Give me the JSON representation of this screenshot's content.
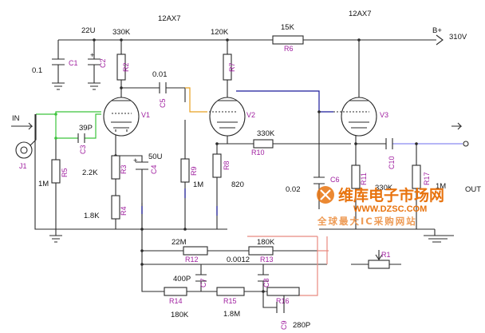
{
  "tube_types": {
    "left": "12AX7",
    "right": "12AX7"
  },
  "supply": {
    "name": "B+",
    "voltage": "310V"
  },
  "io": {
    "input": "IN",
    "output": "OUT",
    "jack": "J1"
  },
  "tubes": [
    {
      "ref": "V1"
    },
    {
      "ref": "V2"
    },
    {
      "ref": "V3"
    }
  ],
  "resistors": [
    {
      "ref": "R1",
      "value": ""
    },
    {
      "ref": "R2",
      "value": "330K"
    },
    {
      "ref": "R3",
      "value": "2.2K"
    },
    {
      "ref": "R4",
      "value": "1.8K"
    },
    {
      "ref": "R5",
      "value": "1M"
    },
    {
      "ref": "R6",
      "value": "15K"
    },
    {
      "ref": "R7",
      "value": "120K"
    },
    {
      "ref": "R8",
      "value": "820"
    },
    {
      "ref": "R9",
      "value": "1M"
    },
    {
      "ref": "R10",
      "value": "330K"
    },
    {
      "ref": "R11",
      "value": "330K"
    },
    {
      "ref": "R12",
      "value": "22M"
    },
    {
      "ref": "R13",
      "value": "180K"
    },
    {
      "ref": "R14",
      "value": "180K"
    },
    {
      "ref": "R15",
      "value": "1.8M"
    },
    {
      "ref": "R16",
      "value": ""
    },
    {
      "ref": "R17",
      "value": "1M"
    }
  ],
  "capacitors": [
    {
      "ref": "C1",
      "value": "0.1"
    },
    {
      "ref": "C2",
      "value": "22U"
    },
    {
      "ref": "C3",
      "value": "39P"
    },
    {
      "ref": "C4",
      "value": "50U"
    },
    {
      "ref": "C5",
      "value": "0.01"
    },
    {
      "ref": "C6",
      "value": "0.02"
    },
    {
      "ref": "C7",
      "value": "400P"
    },
    {
      "ref": "C8",
      "value": "0.0012"
    },
    {
      "ref": "C9",
      "value": "280P"
    },
    {
      "ref": "C10",
      "value": ""
    }
  ],
  "watermark": {
    "brand": "维库电子市场网",
    "url": "WWW.DZSC.COM",
    "slogan": "全球最大IC采购网站"
  }
}
